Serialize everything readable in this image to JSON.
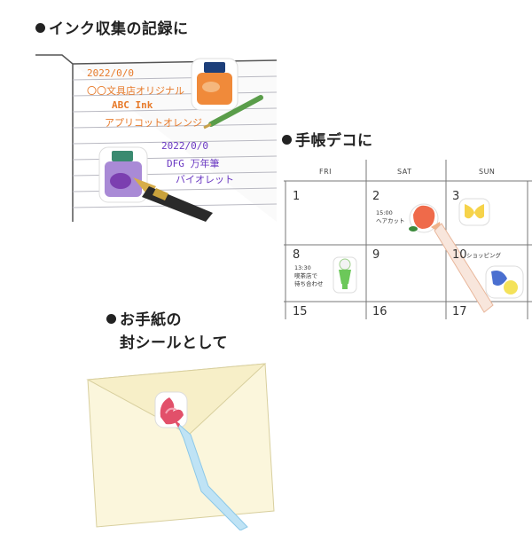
{
  "headings": {
    "ink": "インク収集の記録に",
    "planner": "手帳デコに",
    "letter_line1": "お手紙の",
    "letter_line2": "封シールとして"
  },
  "notebook": {
    "entry1": {
      "date": "2022/0/0",
      "shop": "〇〇文具店オリジナル",
      "ink": "ABC Ink",
      "color": "アプリコットオレンジ"
    },
    "entry2": {
      "date": "2022/0/0",
      "pen": "DFG 万年筆",
      "color": "バイオレット"
    }
  },
  "calendar": {
    "days": [
      "FRI",
      "SAT",
      "SUN"
    ],
    "week1": [
      "1",
      "2",
      "3"
    ],
    "week2": [
      "8",
      "9",
      "10"
    ],
    "week3": [
      "15",
      "16",
      "17"
    ],
    "notes": {
      "sat2": "15:00\nヘアカット",
      "fri8": "13:30\n喫茶店で\n待ち合わせ",
      "sun10": "ショッピング"
    }
  },
  "colors": {
    "orange_text": "#e77a2a",
    "purple_text": "#6a38c2",
    "envelope": "#fbf6dc",
    "grid": "#777777"
  }
}
